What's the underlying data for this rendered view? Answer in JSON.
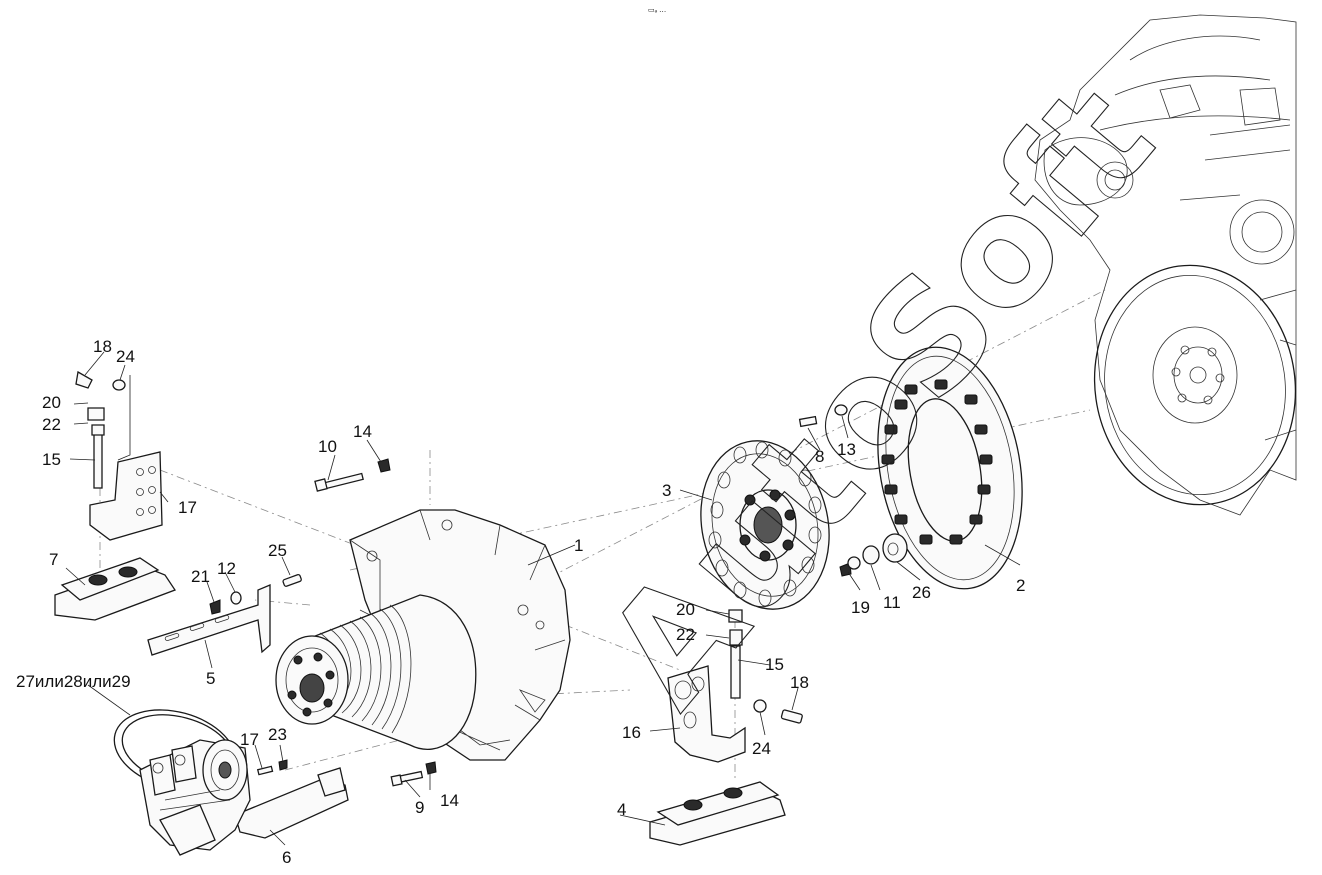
{
  "header": {
    "caption": "▭ₔ ․․․"
  },
  "watermark": "AutoSoft",
  "callouts": {
    "c1": "1",
    "c2": "2",
    "c3": "3",
    "c4": "4",
    "c5": "5",
    "c6": "6",
    "c7": "7",
    "c8": "8",
    "c9": "9",
    "c10": "10",
    "c11": "11",
    "c12": "12",
    "c13": "13",
    "c14a": "14",
    "c14b": "14",
    "c15a": "15",
    "c15b": "15",
    "c16": "16",
    "c17a": "17",
    "c17b": "17",
    "c18a": "18",
    "c18b": "18",
    "c19": "19",
    "c20a": "20",
    "c20b": "20",
    "c21": "21",
    "c22a": "22",
    "c22b": "22",
    "c23": "23",
    "c24a": "24",
    "c24b": "24",
    "c25": "25",
    "c26": "26",
    "c27": "27или28или29"
  },
  "icons": {
    "engine": "engine-block-drawing",
    "compressor": "air-compressor-drawing",
    "pulley": "grooved-pulley-drawing"
  }
}
